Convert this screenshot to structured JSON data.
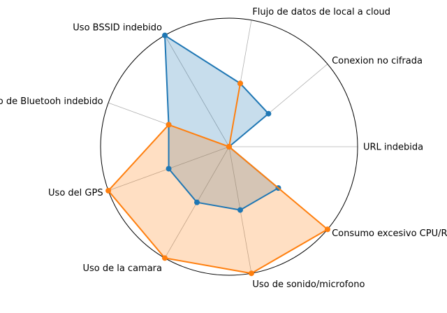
{
  "chart_data": {
    "type": "radar",
    "categories": [
      "URL indebida",
      "Conexion no cifrada",
      "Flujo de datos de local a cloud",
      "Uso BSSID indebido",
      "Uso de Bluetooh indebido",
      "Uso del GPS",
      "Uso de la camara",
      "Uso de sonido/microfono",
      "Consumo excesivo CPU/RAM"
    ],
    "rlim": [
      0,
      1
    ],
    "grid": true,
    "series": [
      {
        "color": "#1f77b4",
        "values": [
          0.0,
          0.4,
          0.5,
          1.0,
          0.5,
          0.5,
          0.5,
          0.5,
          0.5
        ]
      },
      {
        "color": "#ff7f0e",
        "values": [
          0.0,
          0.0,
          0.5,
          0.0,
          0.5,
          1.0,
          1.0,
          1.0,
          1.0
        ]
      }
    ]
  }
}
